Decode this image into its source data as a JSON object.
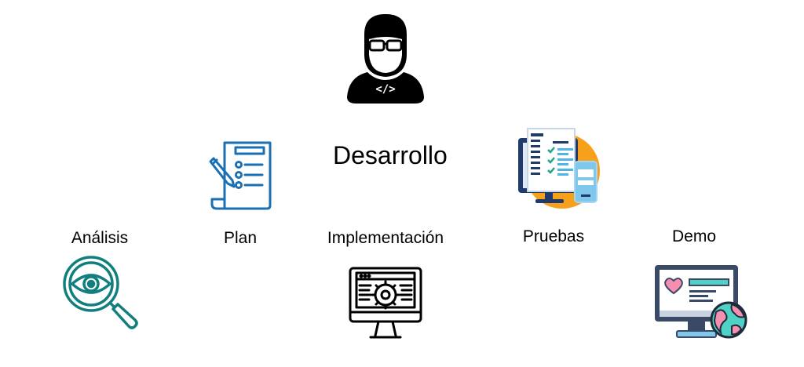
{
  "title": "Desarrollo",
  "steps": [
    {
      "label": "Análisis",
      "icon": "magnifier-eye-icon"
    },
    {
      "label": "Plan",
      "icon": "checklist-pencil-icon"
    },
    {
      "label": "Implementación",
      "icon": "monitor-gear-icon"
    },
    {
      "label": "Pruebas",
      "icon": "monitor-checklist-phone-icon"
    },
    {
      "label": "Demo",
      "icon": "monitor-globe-icon"
    }
  ],
  "developer_icon": "developer-avatar-icon",
  "developer_code_glyph": "</>",
  "colors": {
    "teal": "#127f7f",
    "blue": "#1b6fb3",
    "navy": "#1f3a6b",
    "orange": "#f7a01c",
    "light_blue": "#7fc8ec",
    "pink": "#f48fb1",
    "aqua": "#4fd1c5"
  }
}
